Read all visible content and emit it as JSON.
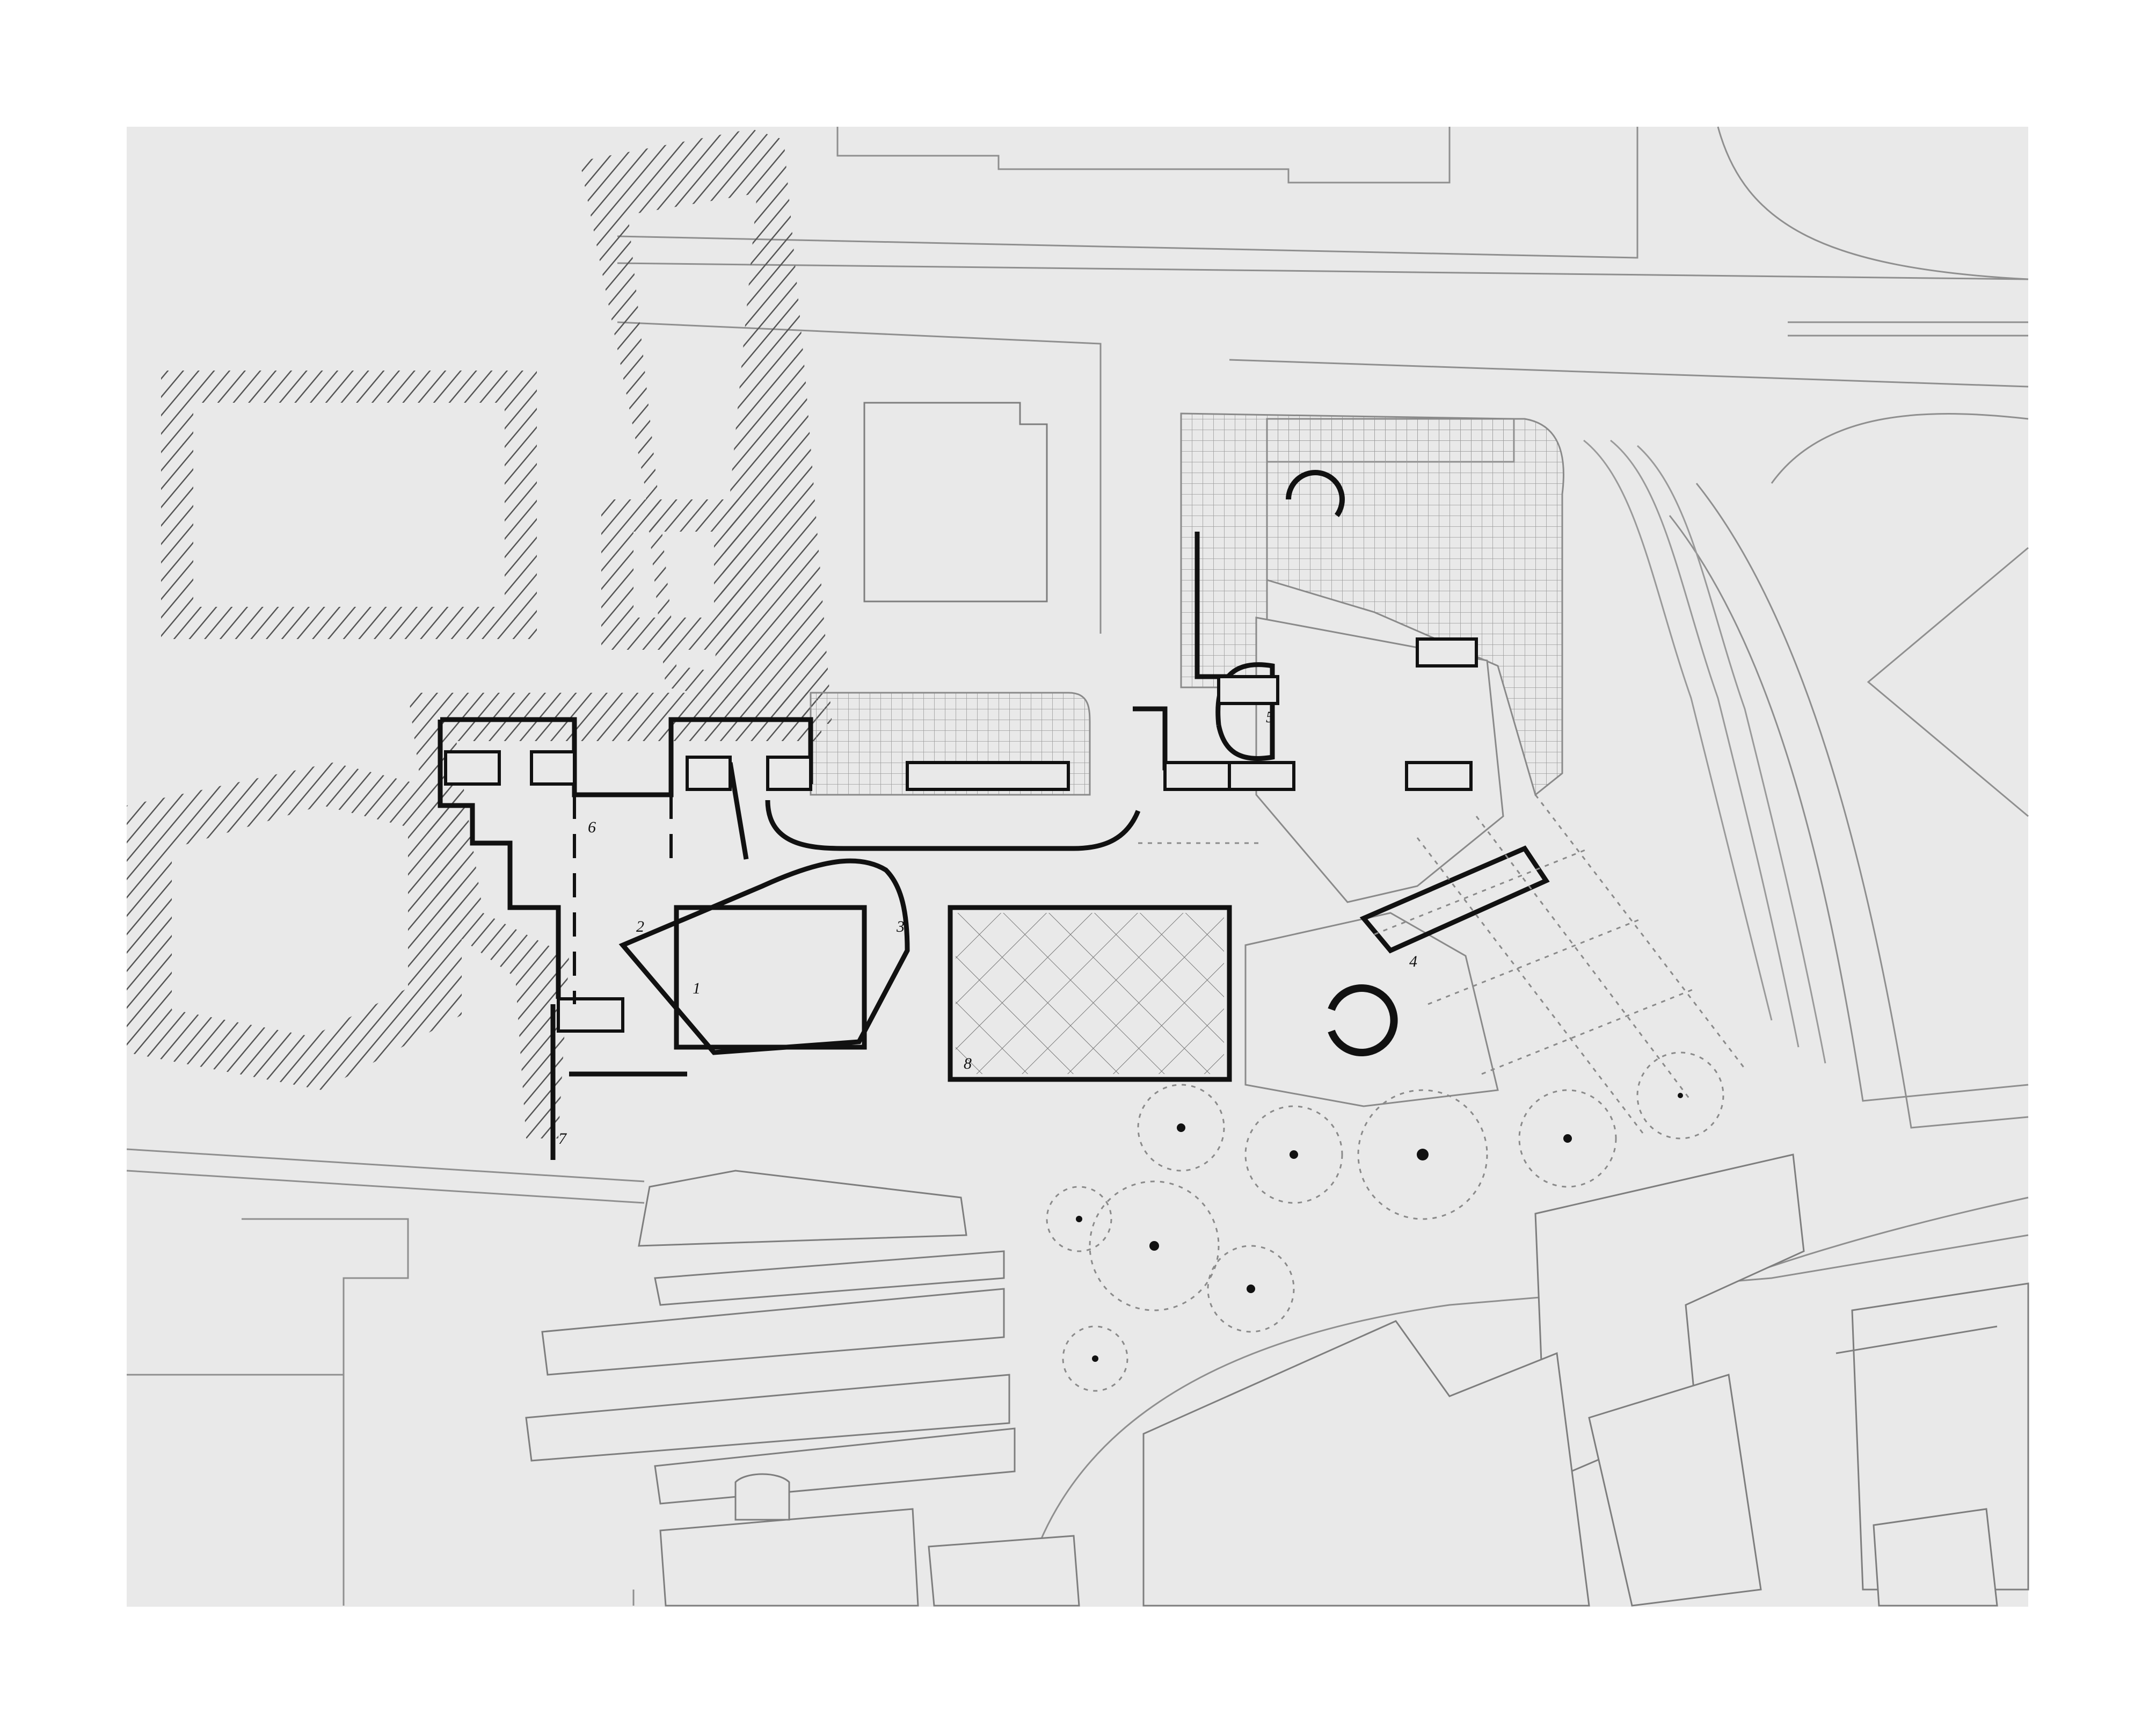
{
  "plan": {
    "room_labels": [
      "1",
      "2",
      "3",
      "4",
      "5",
      "6",
      "7",
      "8"
    ],
    "colors": {
      "page": "#ffffff",
      "site": "#e9e9e9",
      "line": "#8f8f8f",
      "wall": "#111111",
      "hatch": "#555555",
      "grid": "#9a9a9a"
    }
  }
}
